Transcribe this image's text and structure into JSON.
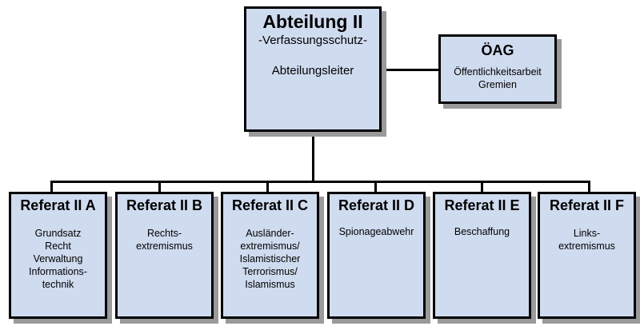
{
  "head": {
    "title": "Abteilung II",
    "subtitle": "-Verfassungsschutz-",
    "leader": "Abteilungsleiter"
  },
  "staff": {
    "title": "ÖAG",
    "line1": "Öffentlichkeitsarbeit",
    "line2": "Gremien"
  },
  "referate": [
    {
      "title": "Referat II A",
      "lines": [
        "Grundsatz",
        "Recht",
        "Verwaltung",
        "Informations-",
        "technik"
      ]
    },
    {
      "title": "Referat II B",
      "lines": [
        "Rechts-",
        "extremismus"
      ]
    },
    {
      "title": "Referat II C",
      "lines": [
        "Ausländer-",
        "extremismus/",
        "Islamistischer",
        "Terrorismus/",
        "Islamismus"
      ]
    },
    {
      "title": "Referat II D",
      "lines": [
        "Spionageabwehr"
      ]
    },
    {
      "title": "Referat II E",
      "lines": [
        "Beschaffung"
      ]
    },
    {
      "title": "Referat II F",
      "lines": [
        "Links-",
        "extremismus"
      ]
    }
  ]
}
